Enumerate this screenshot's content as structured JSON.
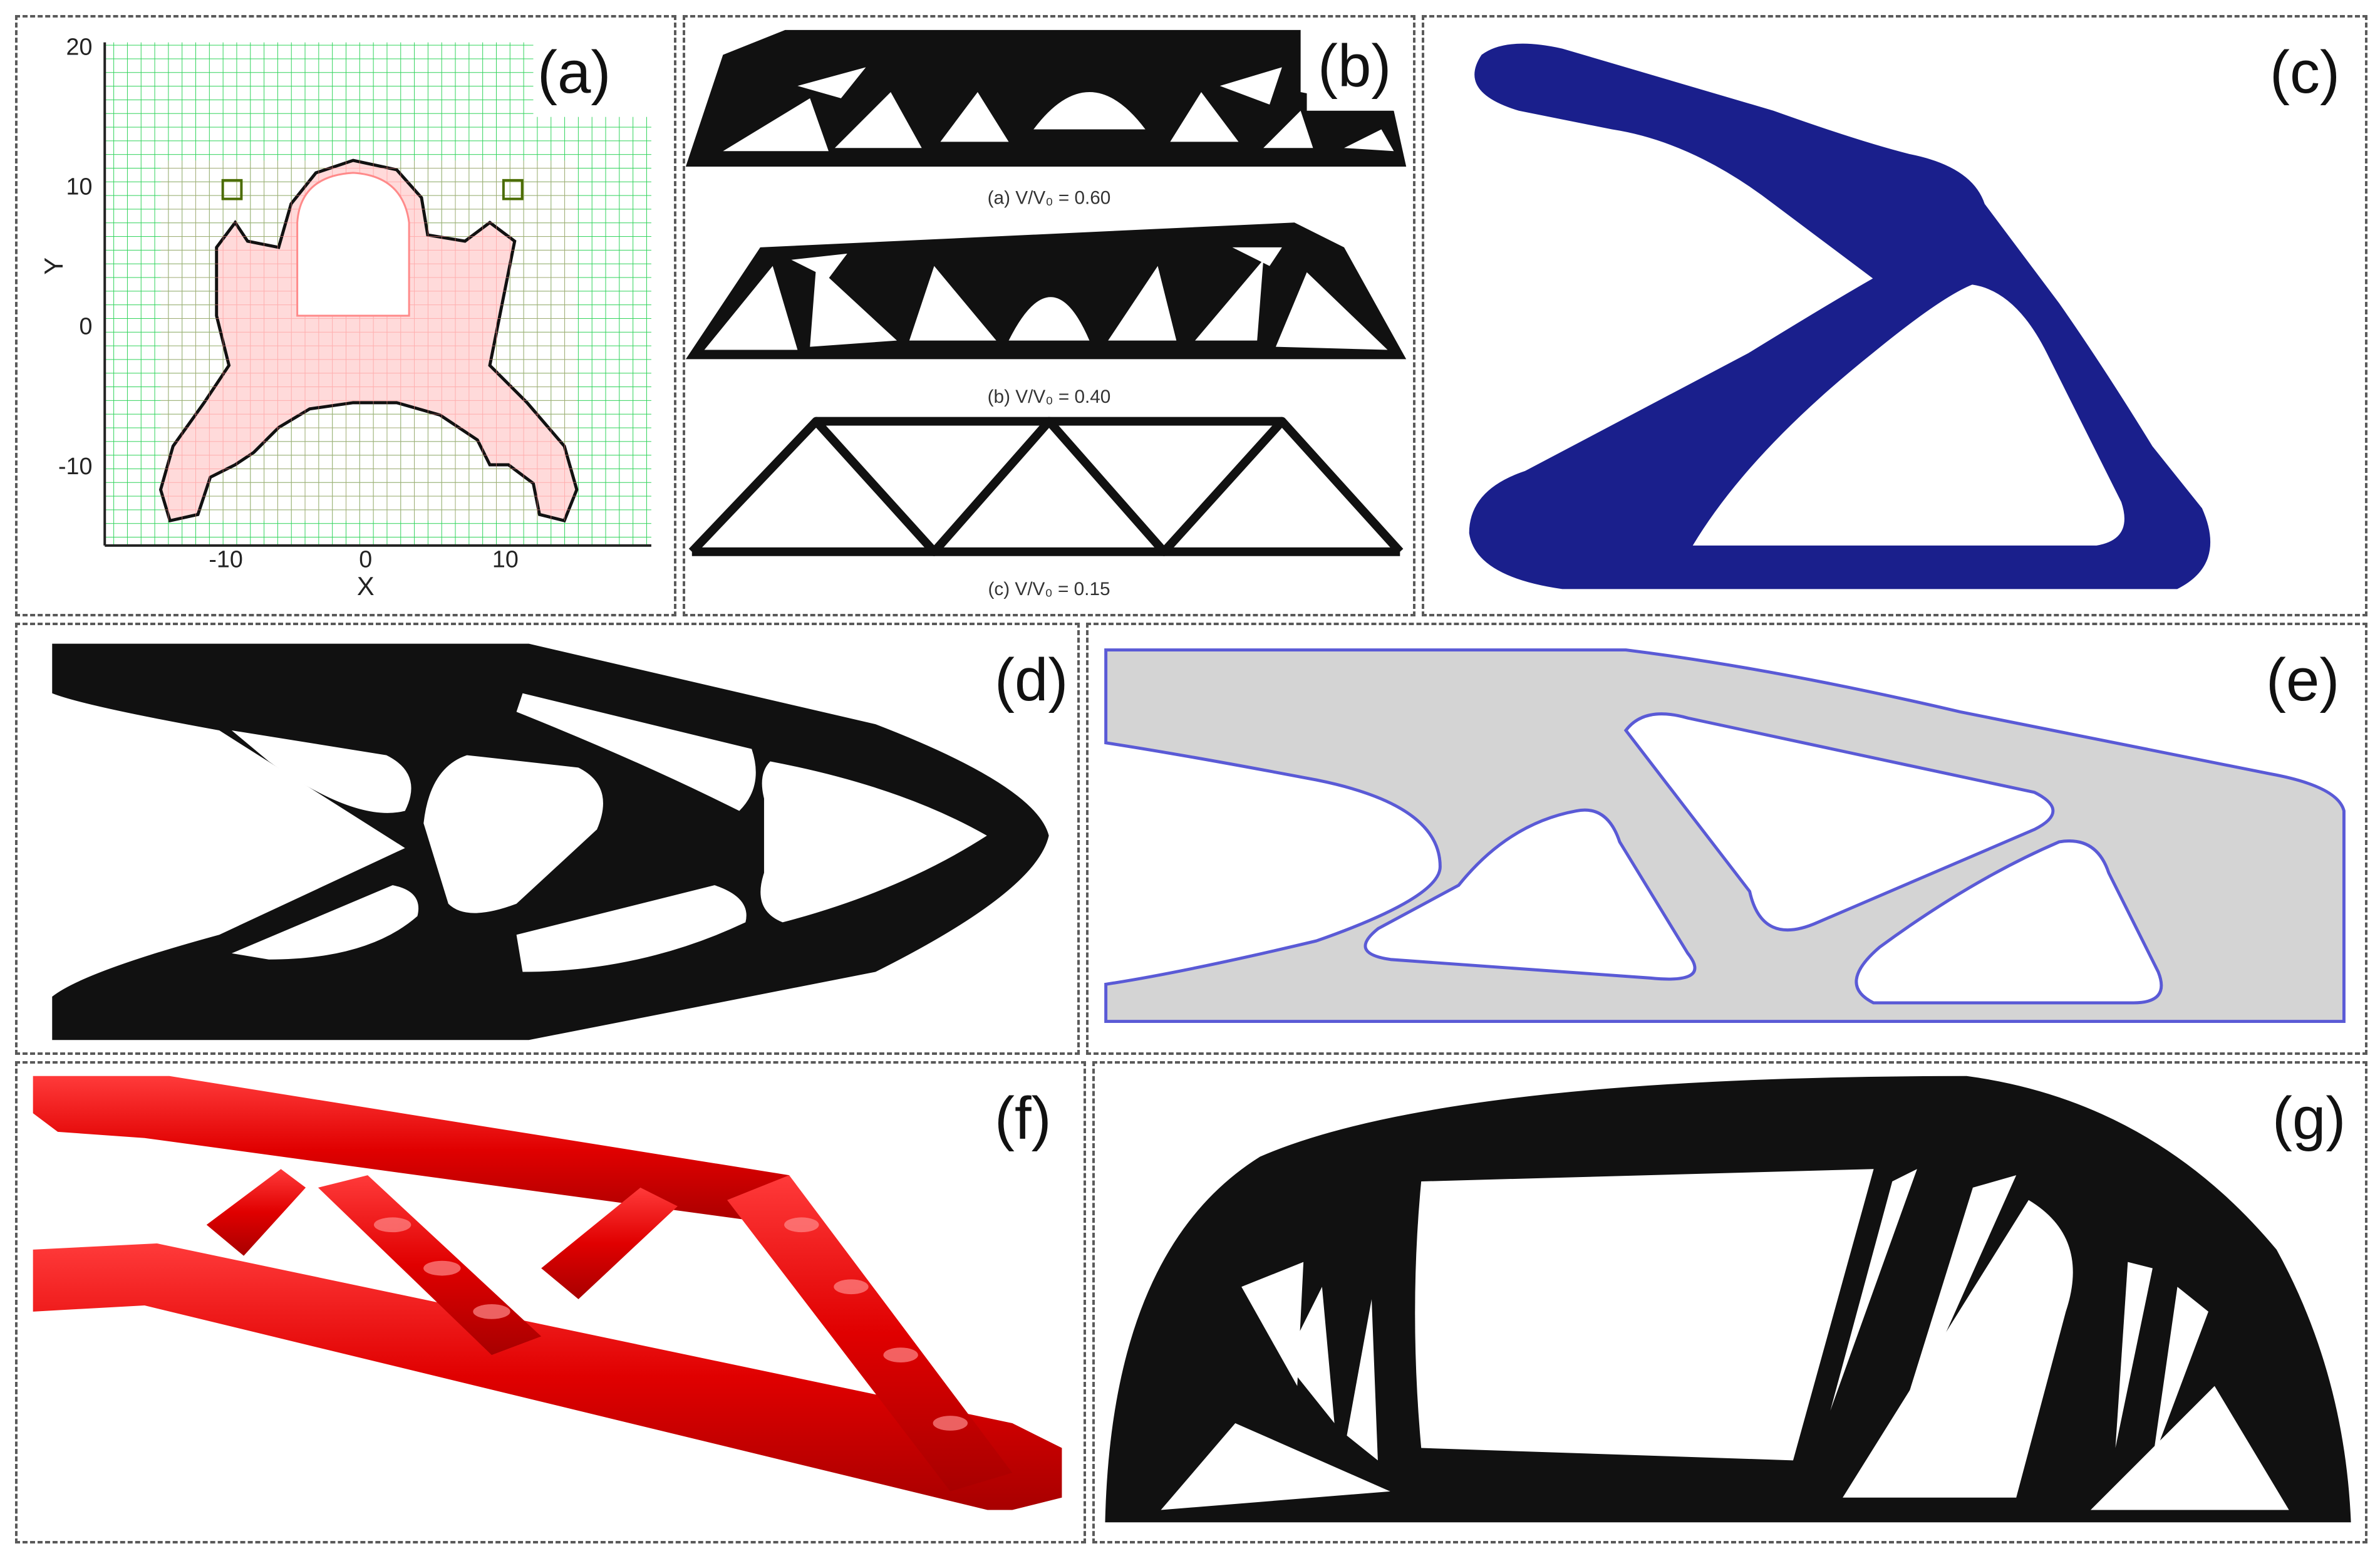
{
  "panels": {
    "a": {
      "label": "(a)",
      "axes": {
        "xlabel": "X",
        "ylabel": "Y",
        "xticks": [
          "-10",
          "0",
          "10"
        ],
        "yticks": [
          "20",
          "10",
          "0",
          "-10"
        ]
      }
    },
    "b": {
      "label": "(b)",
      "captions": [
        "(a) V/V₀ = 0.60",
        "(b) V/V₀ = 0.40",
        "(c) V/V₀ = 0.15"
      ]
    },
    "c": {
      "label": "(c)"
    },
    "d": {
      "label": "(d)"
    },
    "e": {
      "label": "(e)"
    },
    "f": {
      "label": "(f)"
    },
    "g": {
      "label": "(g)"
    }
  },
  "colors": {
    "grid_green": "#2fd35a",
    "grid_red": "#ff8080",
    "fill_pink": "#ffd6d6",
    "navy": "#1a1f8c",
    "red": "#e00000",
    "gray": "#d4d4d4",
    "outline_blue": "#5a5ad6",
    "black": "#111111"
  }
}
